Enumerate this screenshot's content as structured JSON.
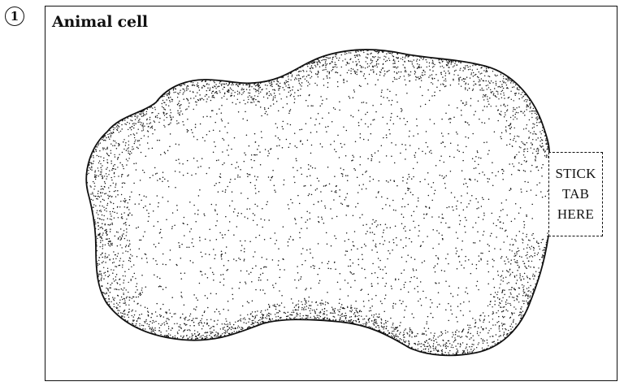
{
  "step_number": "1",
  "title": "Animal cell",
  "stick_tab": {
    "lines": [
      "STICK",
      "TAB",
      "HERE"
    ]
  },
  "colors": {
    "ink": "#111111",
    "background": "#ffffff"
  }
}
